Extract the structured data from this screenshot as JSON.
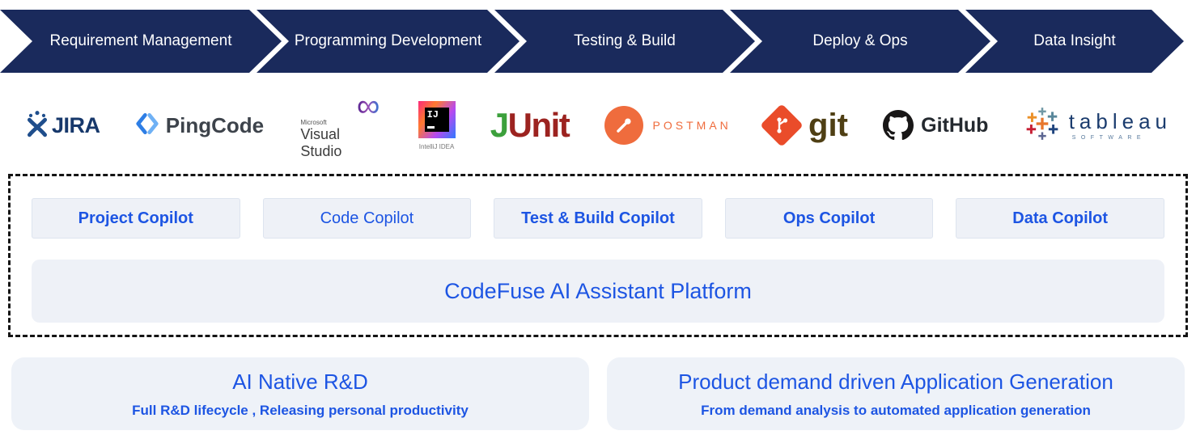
{
  "colors": {
    "band_navy": "#1a2a5c",
    "accent_blue": "#1d55e3",
    "panel_bg": "#eef1f7"
  },
  "pipeline_stages": [
    {
      "label": "Requirement Management"
    },
    {
      "label": "Programming Development"
    },
    {
      "label": "Testing & Build"
    },
    {
      "label": "Deploy & Ops"
    },
    {
      "label": "Data Insight"
    }
  ],
  "tools": [
    {
      "name": "JIRA",
      "label": "JIRA"
    },
    {
      "name": "PingCode",
      "label": "PingCode"
    },
    {
      "name": "Visual Studio",
      "brand": "Microsoft",
      "label": "Visual Studio"
    },
    {
      "name": "IntelliJ IDEA",
      "badge": "IJ",
      "caption": "IntelliJ IDEA"
    },
    {
      "name": "JUnit",
      "label_j": "J",
      "label_unit": "Unit"
    },
    {
      "name": "Postman",
      "label": "POSTMAN"
    },
    {
      "name": "git",
      "label": "git"
    },
    {
      "name": "GitHub",
      "label": "GitHub"
    },
    {
      "name": "Tableau",
      "label": "tableau",
      "sublabel": "SOFTWARE"
    }
  ],
  "copilots": [
    {
      "label": "Project Copilot"
    },
    {
      "label": "Code Copilot"
    },
    {
      "label": "Test & Build Copilot"
    },
    {
      "label": "Ops Copilot"
    },
    {
      "label": "Data Copilot"
    }
  ],
  "platform": {
    "label": "CodeFuse AI Assistant Platform"
  },
  "value_props": [
    {
      "title": "AI Native R&D",
      "subtitle": "Full R&D lifecycle , Releasing personal productivity"
    },
    {
      "title": "Product demand driven Application Generation",
      "subtitle": "From demand analysis to automated application generation"
    }
  ]
}
